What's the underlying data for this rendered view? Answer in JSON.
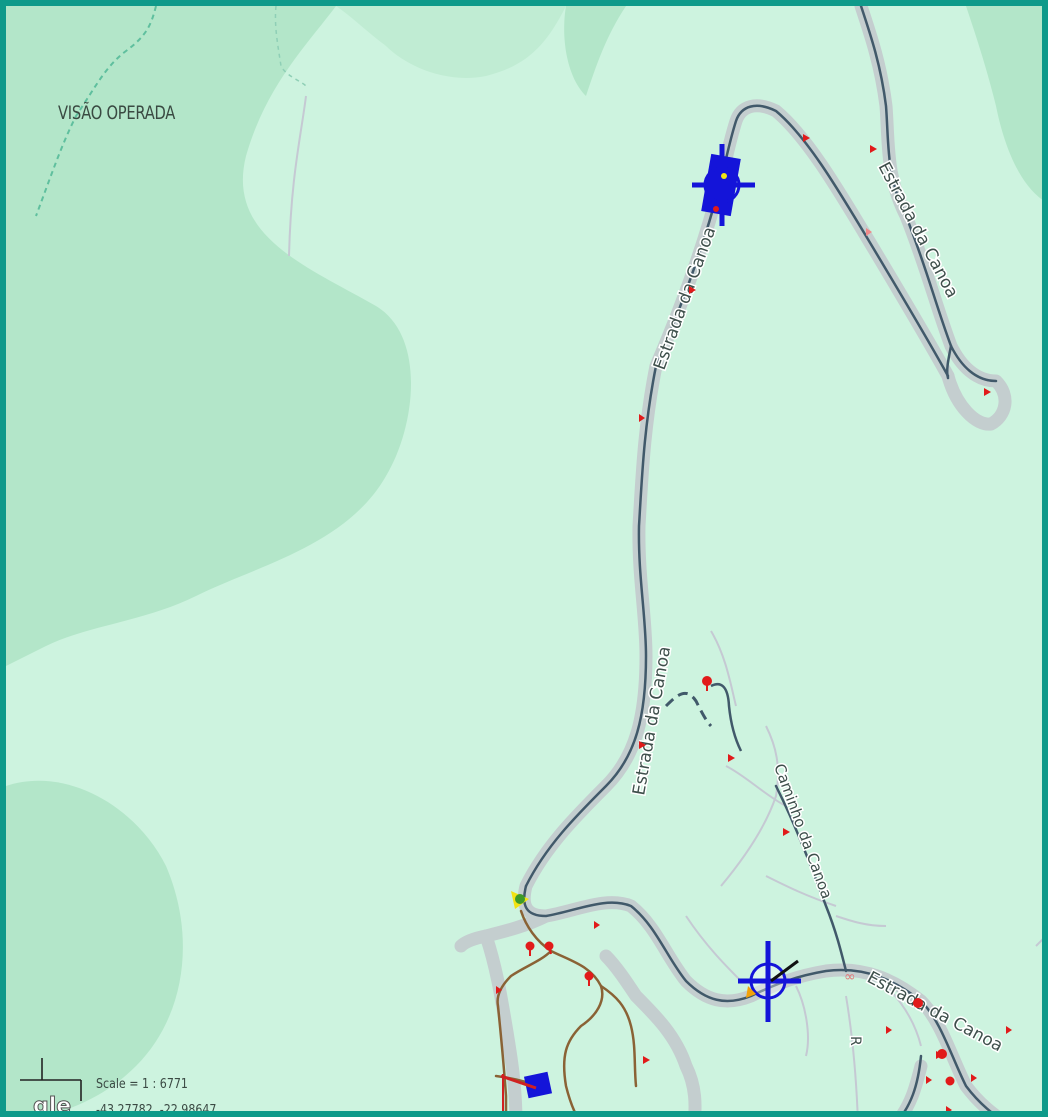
{
  "map": {
    "overlay_title": "VISÃO OPERADA",
    "scale_text": "Scale = 1 : 6771",
    "coordinates_text": "-43.27782, -22.98647",
    "logo_text": "gle",
    "road_labels": [
      "Estrada da Canoa",
      "Estrada da Canoa",
      "Estrada da Canoa",
      "Estrada da Canoa",
      "Caminho da Canoa",
      "R"
    ],
    "colors": {
      "frame": "#0e9a8a",
      "land_light": "#cdf3df",
      "land_forest": "#b3e6c9",
      "road_casing": "#c9d3d2",
      "road_line": "#41596a",
      "marker_crosshair": "#1414d9",
      "marker_triangle": "#e11a1a",
      "trail": "#8a6235"
    }
  }
}
